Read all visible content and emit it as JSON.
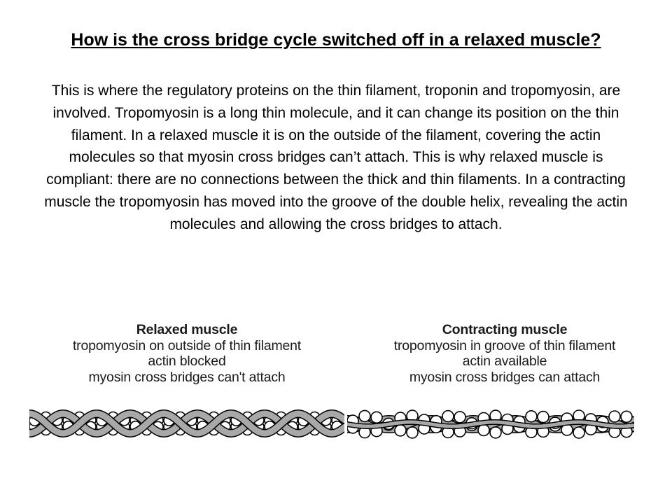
{
  "title": "How is the cross bridge cycle switched off in a relaxed muscle?",
  "body": "This is where the regulatory proteins on the thin filament, troponin and tropomyosin, are involved. Tropomyosin is a long thin molecule, and it can change its position on the thin filament. In a relaxed muscle it is on the outside of the filament, covering the actin molecules so that myosin cross bridges can’t attach. This is why relaxed muscle is compliant: there are no connections between the thick and thin filaments. In a contracting muscle the tropomyosin has moved into the groove of the double helix, revealing the actin molecules and allowing the cross bridges to attach.",
  "relaxed": {
    "heading": "Relaxed muscle",
    "lines": [
      "tropomyosin on outside of thin filament",
      "actin blocked",
      "myosin cross bridges can't attach"
    ]
  },
  "contracting": {
    "heading": "Contracting muscle",
    "lines": [
      "tropomyosin in groove of thin filament",
      "actin available",
      "myosin cross bridges can attach"
    ]
  },
  "colors": {
    "strand_fill": "#a8a8a8",
    "outline": "#000000",
    "bead_fill": "#ffffff"
  }
}
